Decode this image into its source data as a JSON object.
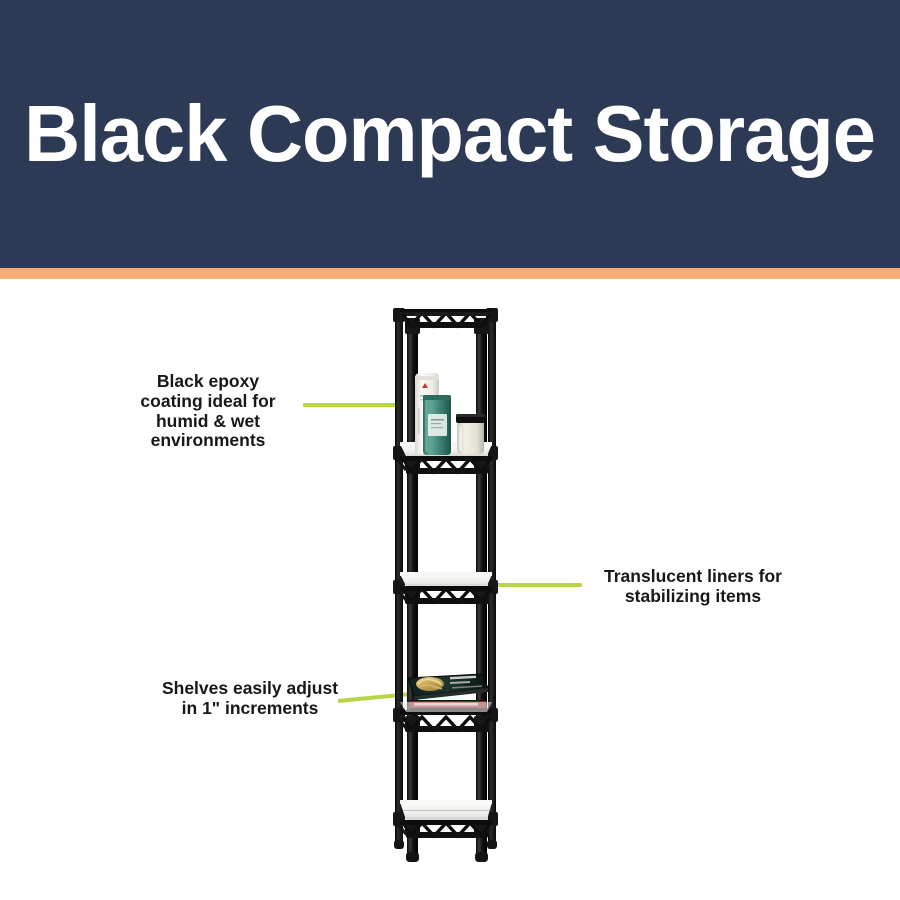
{
  "header": {
    "title": "Black Compact Storage",
    "background_color": "#2d3a56",
    "title_color": "#ffffff",
    "accent_bar_color": "#f9ac76"
  },
  "callouts": [
    {
      "id": "epoxy-coating",
      "text": "Black epoxy coating ideal for humid & wet environments",
      "line1": "Black epoxy",
      "line2": "coating ideal for",
      "line3": "humid & wet",
      "line4": "environments",
      "side": "left",
      "leader_color": "#b6d646"
    },
    {
      "id": "translucent-liners",
      "text": "Translucent liners for stabilizing items",
      "line1": "Translucent liners for",
      "line2": "stabilizing items",
      "side": "right",
      "leader_color": "#b6d646"
    },
    {
      "id": "adjustable-shelves",
      "text": "Shelves easily adjust in 1\" increments",
      "line1": "Shelves easily adjust",
      "line2": "in 1\" increments",
      "side": "left",
      "leader_color": "#b6d646"
    }
  ],
  "product": {
    "name": "black-wire-shelving-unit",
    "tier_count": 5,
    "frame_color": "#111111",
    "liner_color": "#f2f2f0",
    "shelf_contents": [
      {
        "tier": 1,
        "items": [
          "cream-tube-bottle",
          "teal-pouch",
          "cream-jar-black-lid"
        ]
      },
      {
        "tier": 2,
        "items": []
      },
      {
        "tier": 3,
        "items": []
      },
      {
        "tier": 4,
        "items": [
          "dark-cookbook-pasta-cover",
          "dark-red-book"
        ]
      },
      {
        "tier": 5,
        "items": []
      }
    ]
  }
}
